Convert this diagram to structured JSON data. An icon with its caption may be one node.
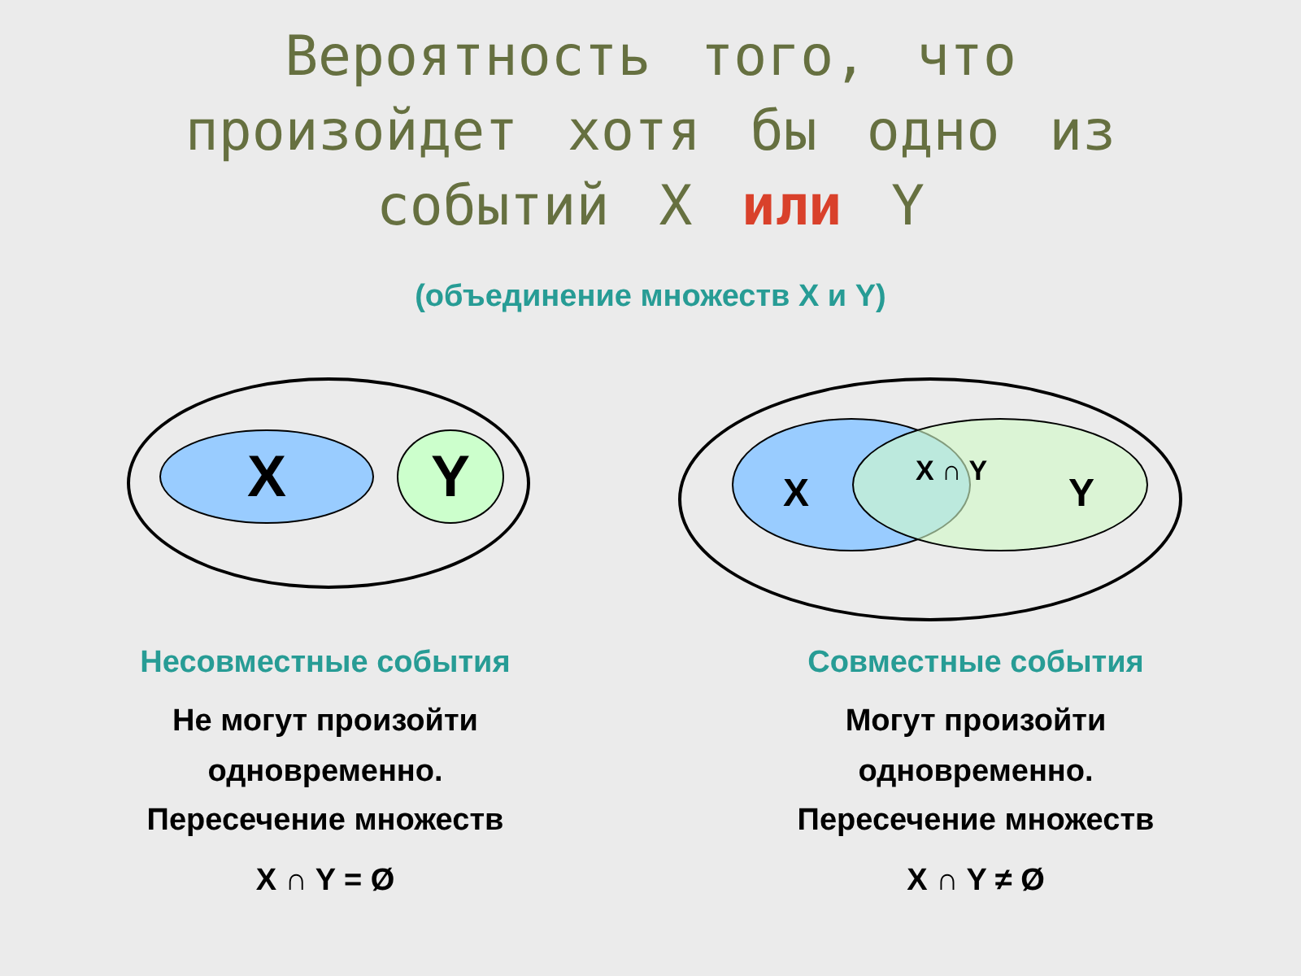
{
  "diagram": {
    "title": "Вероятность того, что произойдет хотя бы одно из событий X **или** Y",
    "nodes": [
      {
        "text": [],
        "shape": "ellipse"
      },
      {
        "text": [
          "X"
        ],
        "in": 0
      },
      {
        "text": [
          "Y"
        ],
        "in": 0
      },
      {
        "text": [],
        "shape": "ellipse"
      },
      {
        "text": [
          "X"
        ],
        "in": 3
      },
      {
        "text": [
          "Y"
        ],
        "in": 3
      }
    ],
    "edges": [],
    "labels": [
      "(объединение множеств X и Y)",
      "X ∩ Y",
      "Несовместные события",
      "Не могут произойти одновременно.",
      "Пересечение множеств",
      "X ∩ Y = Ø",
      "Совместные события",
      "Могут произойти одновременно.",
      "Пересечение множеств",
      "X ∩ Y ≠ Ø"
    ]
  }
}
